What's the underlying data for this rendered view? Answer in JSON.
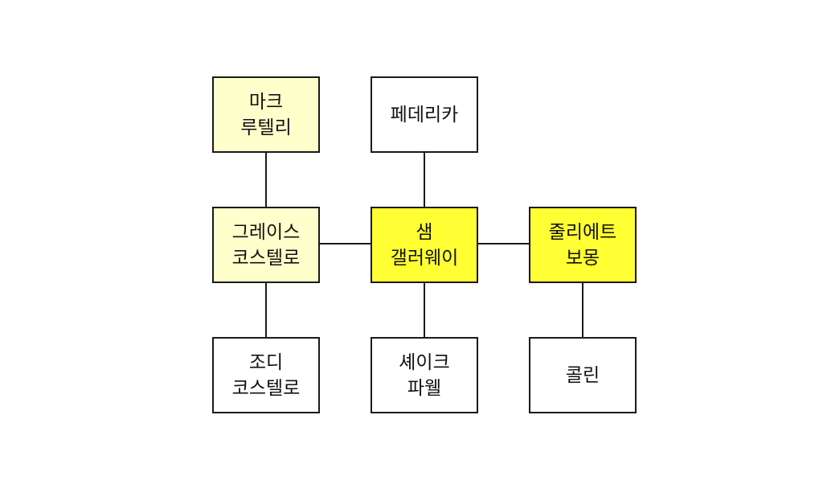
{
  "colors": {
    "highlight": "#ffff33",
    "secondary": "#ffffcc",
    "plain": "#ffffff",
    "line": "#1a1a1a"
  },
  "nodes": {
    "mark": {
      "line1": "마크",
      "line2": "루텔리"
    },
    "federica": {
      "line1": "페데리카",
      "line2": ""
    },
    "grace": {
      "line1": "그레이스",
      "line2": "코스텔로"
    },
    "sam": {
      "line1": "샘",
      "line2": "갤러웨이"
    },
    "juliette": {
      "line1": "줄리에트",
      "line2": "보몽"
    },
    "jody": {
      "line1": "조디",
      "line2": "코스텔로"
    },
    "shay": {
      "line1": "셰이크",
      "line2": "파웰"
    },
    "colin": {
      "line1": "콜린",
      "line2": ""
    }
  }
}
